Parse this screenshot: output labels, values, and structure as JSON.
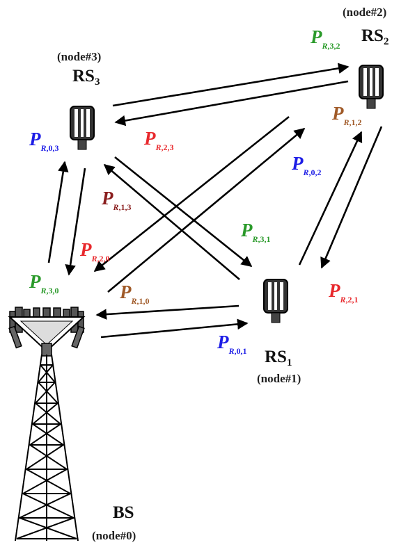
{
  "nodes": {
    "bs": {
      "name": "BS",
      "id": "(node#0)"
    },
    "rs1": {
      "name": "RS",
      "sub": "1",
      "id": "(node#1)"
    },
    "rs2": {
      "name": "RS",
      "sub": "2",
      "id": "(node#2)"
    },
    "rs3": {
      "name": "RS",
      "sub": "3",
      "id": "(node#3)"
    }
  },
  "labels": {
    "p01": {
      "p": "P",
      "sub_r": "R",
      "sub_idx": ",0,1",
      "color": "#1d1de6"
    },
    "p02": {
      "p": "P",
      "sub_r": "R",
      "sub_idx": ",0,2",
      "color": "#1d1de6"
    },
    "p03": {
      "p": "P",
      "sub_r": "R",
      "sub_idx": ",0,3",
      "color": "#1d1de6"
    },
    "p10": {
      "p": "P",
      "sub_r": "R",
      "sub_idx": ",1,0",
      "color": "#a05a28"
    },
    "p12": {
      "p": "P",
      "sub_r": "R",
      "sub_idx": ",1,2",
      "color": "#a05a28"
    },
    "p13": {
      "p": "P",
      "sub_r": "R",
      "sub_idx": ",1,3",
      "color": "#8a1e1e"
    },
    "p20": {
      "p": "P",
      "sub_r": "R",
      "sub_idx": ",2,0",
      "color": "#e8282c"
    },
    "p21": {
      "p": "P",
      "sub_r": "R",
      "sub_idx": ",2,1",
      "color": "#e8282c"
    },
    "p23": {
      "p": "P",
      "sub_r": "R",
      "sub_idx": ",2,3",
      "color": "#e8282c"
    },
    "p30": {
      "p": "P",
      "sub_r": "R",
      "sub_idx": ",3,0",
      "color": "#2a9a2a"
    },
    "p31": {
      "p": "P",
      "sub_r": "R",
      "sub_idx": ",3,1",
      "color": "#2a9a2a"
    },
    "p32": {
      "p": "P",
      "sub_r": "R",
      "sub_idx": ",3,2",
      "color": "#2a9a2a"
    }
  }
}
